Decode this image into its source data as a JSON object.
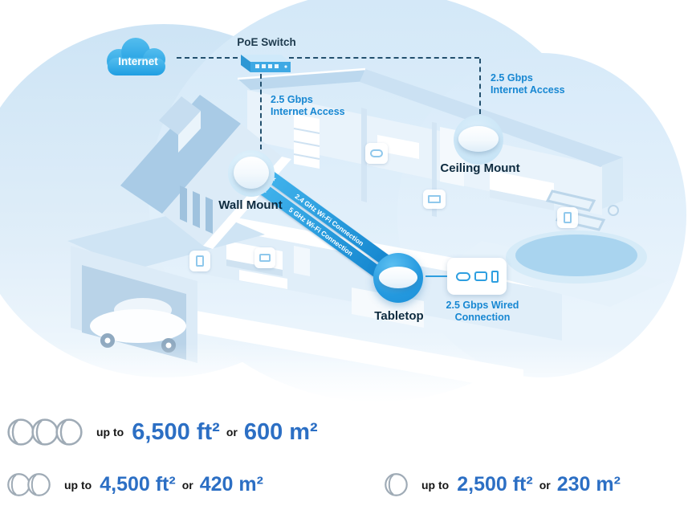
{
  "colors": {
    "accent_blue": "#1787d2",
    "number_blue": "#2c6fc4",
    "label_navy": "#0e2b3f",
    "cloud_blue": "#2aa5e5",
    "ribbon_blue": "#1f93da"
  },
  "diagram": {
    "internet": "Internet",
    "poe_switch": "PoE Switch",
    "left_link": {
      "line1": "2.5 Gbps",
      "line2": "Internet Access"
    },
    "right_link": {
      "line1": "2.5 Gbps",
      "line2": "Internet Access"
    },
    "wall_mount": "Wall Mount",
    "ceiling_mount": "Ceiling Mount",
    "tabletop": "Tabletop",
    "ribbon": {
      "band1": "2.4 GHz Wi-Fi Connection",
      "band2": "5 GHz Wi-Fi Connection",
      "chev_l": "«",
      "chev_r": "»"
    },
    "wired": {
      "line1": "2.5 Gbps Wired",
      "line2": "Connection"
    }
  },
  "coverage": {
    "rows": [
      {
        "units": 3,
        "upto": "up to",
        "ft": "6,500 ft²",
        "or": "or",
        "m": "600 m²"
      },
      {
        "units": 2,
        "upto": "up to",
        "ft": "4,500 ft²",
        "or": "or",
        "m": "420 m²"
      },
      {
        "units": 1,
        "upto": "up to",
        "ft": "2,500 ft²",
        "or": "or",
        "m": "230 m²"
      }
    ]
  }
}
